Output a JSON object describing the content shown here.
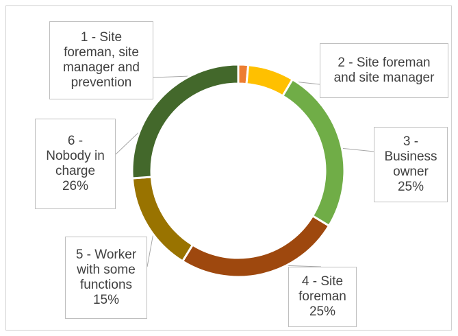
{
  "chart_data": {
    "type": "pie",
    "donut": true,
    "categories": [
      "1 - Site foreman, site manager and prevention",
      "2 - Site foreman and site manager",
      "3 - Business owner",
      "4 - Site foreman",
      "5 - Worker with some functions",
      "6 - Nobody in charge"
    ],
    "values": [
      1.5,
      7,
      25,
      25,
      15,
      26
    ],
    "colors": [
      "#ED7D31",
      "#FFC000",
      "#70AD47",
      "#9E480E",
      "#997300",
      "#43682B"
    ],
    "legend": "none",
    "labels": [
      {
        "lines": [
          "1 - Site",
          "foreman, site",
          "manager and",
          "prevention"
        ]
      },
      {
        "lines": [
          "2 - Site foreman",
          "and site manager"
        ]
      },
      {
        "lines": [
          "3 -",
          "Business",
          "owner",
          "25%"
        ]
      },
      {
        "lines": [
          "4 - Site",
          "foreman",
          "25%"
        ]
      },
      {
        "lines": [
          "5 - Worker",
          "with some",
          "functions",
          "15%"
        ]
      },
      {
        "lines": [
          "6 -",
          "Nobody in",
          "charge",
          "26%"
        ]
      }
    ]
  }
}
